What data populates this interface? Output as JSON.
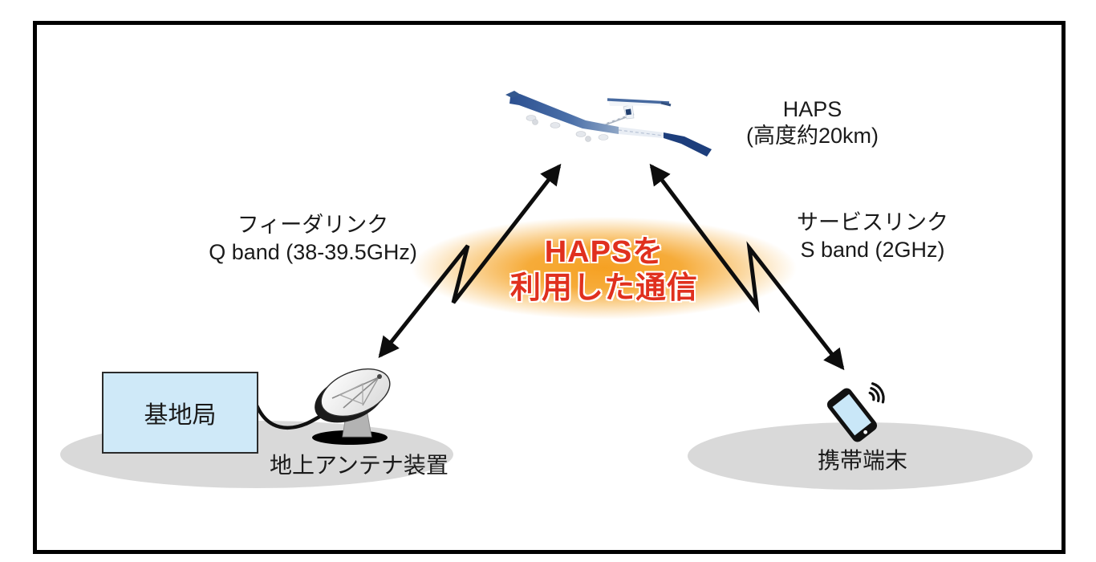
{
  "diagram": {
    "title_context": "HAPS communication system diagram",
    "haps_label": {
      "line1": "HAPS",
      "line2": "(高度約20km)"
    },
    "feeder_link": {
      "line1": "フィーダリンク",
      "line2": "Q band (38-39.5GHz)"
    },
    "service_link": {
      "line1": "サービスリンク",
      "line2": "S band (2GHz)"
    },
    "center_callout": {
      "line1": "HAPSを",
      "line2": "利用した通信"
    },
    "base_station_label": "基地局",
    "ground_antenna_label": "地上アンテナ装置",
    "mobile_label": "携帯端末",
    "icons": [
      "haps-aircraft-icon",
      "ground-antenna-dish-icon",
      "smartphone-icon",
      "signal-waves-icon",
      "feeder-link-arrow",
      "service-link-arrow",
      "cable-line"
    ],
    "colors": {
      "callout_red": "#e0301e",
      "glow_orange": "#f5a01e",
      "ground_gray": "#d9d9d9",
      "base_box_blue": "#cfe9f8",
      "wing_navy": "#1d3e7c",
      "line_black": "#0d0d0d"
    }
  }
}
